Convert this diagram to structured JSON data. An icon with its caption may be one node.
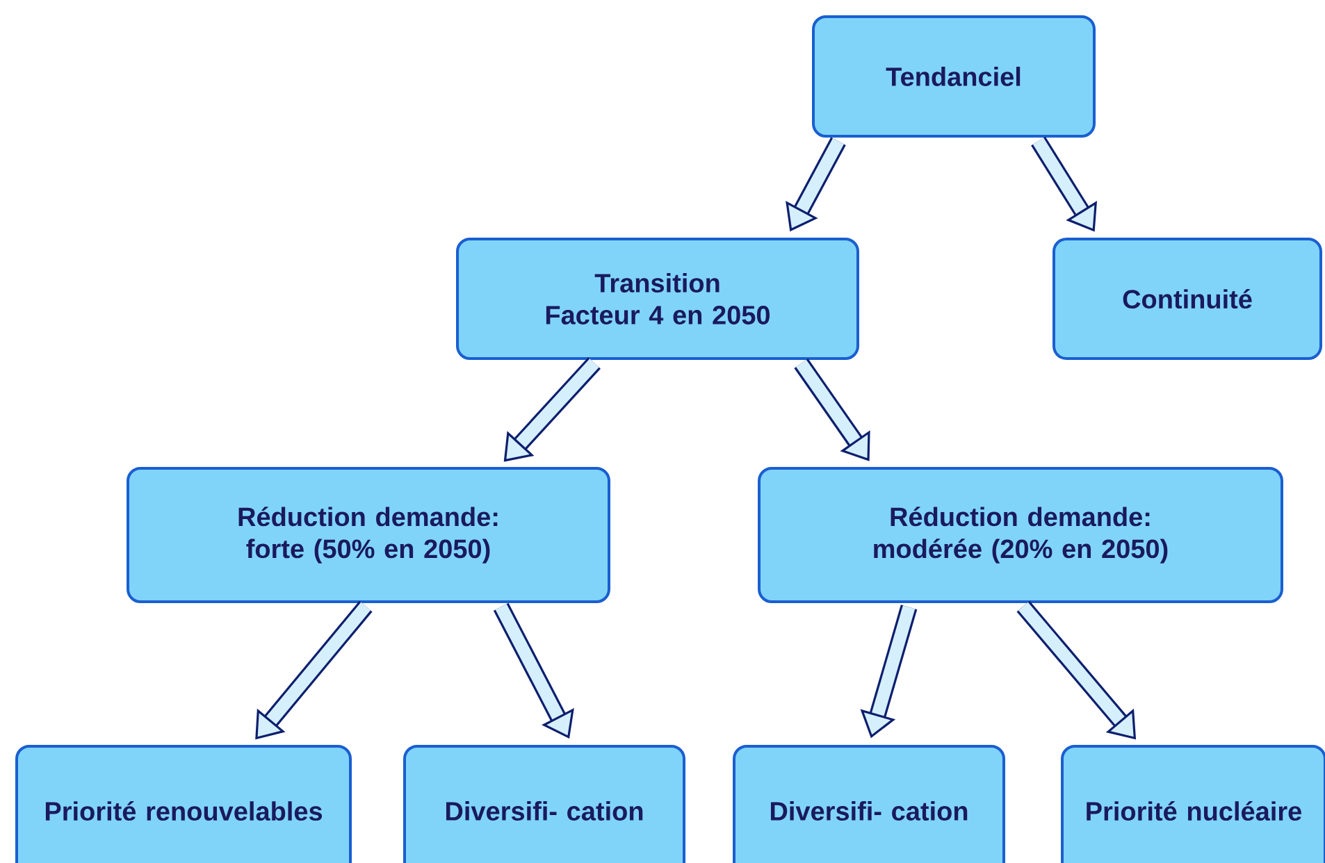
{
  "diagram": {
    "nodes": [
      {
        "text": [
          "Tendanciel"
        ]
      },
      {
        "text": [
          "Transition Facteur 4 en 2050"
        ]
      },
      {
        "text": [
          "Continuité"
        ]
      },
      {
        "text": [
          "Réduction demande: forte (50% en 2050)"
        ]
      },
      {
        "text": [
          "Réduction demande: modérée (20% en 2050)"
        ]
      },
      {
        "text": [
          "Priorité renouvelables"
        ]
      },
      {
        "text": [
          "Diversifi- cation"
        ]
      },
      {
        "text": [
          "Diversifi- cation"
        ]
      },
      {
        "text": [
          "Priorité nucléaire"
        ]
      }
    ],
    "edges": [
      {
        "from": 0,
        "to": 1,
        "arrow": "to"
      },
      {
        "from": 0,
        "to": 2,
        "arrow": "to"
      },
      {
        "from": 1,
        "to": 3,
        "arrow": "to"
      },
      {
        "from": 1,
        "to": 4,
        "arrow": "to"
      },
      {
        "from": 3,
        "to": 5,
        "arrow": "to"
      },
      {
        "from": 3,
        "to": 6,
        "arrow": "to"
      },
      {
        "from": 4,
        "to": 7,
        "arrow": "to"
      },
      {
        "from": 4,
        "to": 8,
        "arrow": "to"
      }
    ]
  }
}
